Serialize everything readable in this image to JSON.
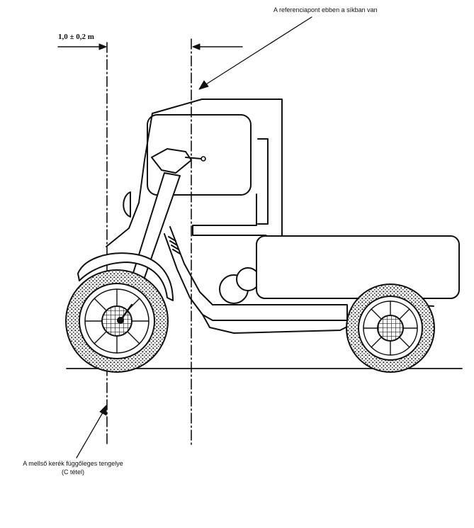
{
  "annotations": {
    "reference_point": "A referenciapont ebben a síkban van",
    "dimension": "1,0 ± 0,2 m",
    "front_axis_line1": "A mellső kerék függőleges tengelye",
    "front_axis_line2": "(C tétel)"
  },
  "colors": {
    "line": "#111111",
    "background": "#ffffff"
  }
}
